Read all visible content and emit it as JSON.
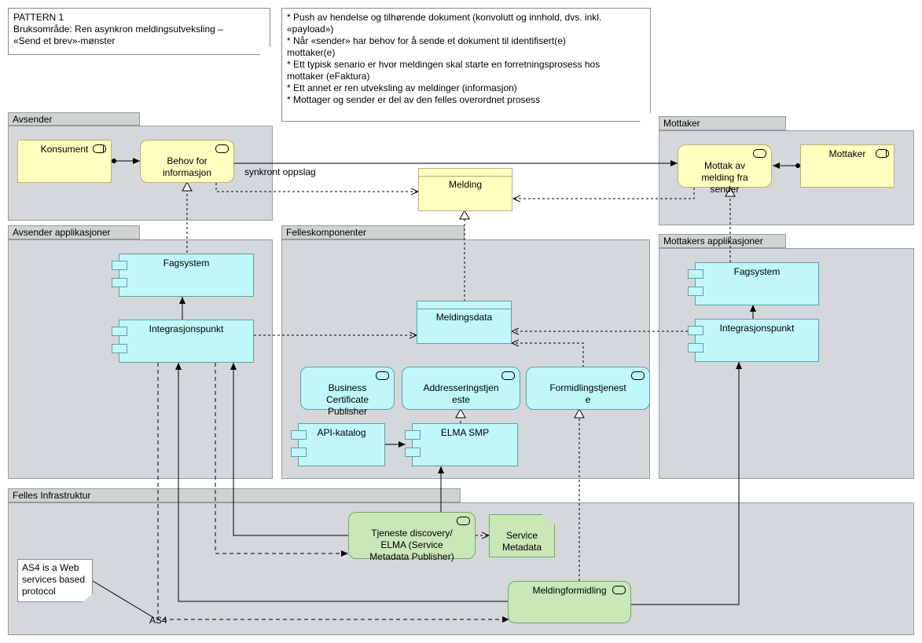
{
  "pattern_note": "PATTERN 1\nBruksområde: Ren asynkron meldingsutveksling  –\n«Send et brev»-mønster",
  "description_note": "* Push av hendelse og tilhørende dokument (konvolutt og innhold, dvs. inkl.\n«payload»)\n* Når «sender» har behov for å sende et dokument til identifisert(e)\nmottaker(e)\n* Ett typisk senario er hvor meldingen skal starte en forretningsprosess hos\nmottaker (eFaktura)\n* Ett annet er ren utveksling av meldinger (informasjon)\n* Mottager og sender er del av den felles overordnet prosess",
  "as4_note": "AS4 is a Web\nservices based\nprotocol",
  "groups": {
    "avsender": "Avsender",
    "mottaker": "Mottaker",
    "avsender_app": "Avsender applikasjoner",
    "felles": "Felleskomponenter",
    "mottaker_app": "Mottakers applikasjoner",
    "infra": "Felles Infrastruktur"
  },
  "elements": {
    "konsument": "Konsument",
    "behov": "Behov for\ninformasjon",
    "melding": "Melding",
    "mottak": "Mottak av\nmelding fra\nsender",
    "mottaker_actor": "Mottaker",
    "fagsystem_left": "Fagsystem",
    "integrasjon_left": "Integrasjonspunkt",
    "meldingsdata": "Meldingsdata",
    "bcp": "Business\nCertificate\nPublisher",
    "addressering": "Addresseringstjen\neste",
    "formidling": "Formidlingstjenest\ne",
    "api_katalog": "API-katalog",
    "elma_smp": "ELMA SMP",
    "fagsystem_right": "Fagsystem",
    "integrasjon_right": "Integrasjonspunkt",
    "tjeneste_discovery": "Tjeneste discovery/\nELMA (Service\nMetadata Publisher)",
    "service_metadata": "Service\nMetadata",
    "meldingformidling": "Meldingformidling"
  },
  "labels": {
    "synkront": "synkront oppslag",
    "as4": "AS4"
  },
  "colors": {
    "business": "#ffffc0",
    "application": "#bff7fa",
    "technology": "#c9e7b7",
    "group": "#d4d8da"
  }
}
